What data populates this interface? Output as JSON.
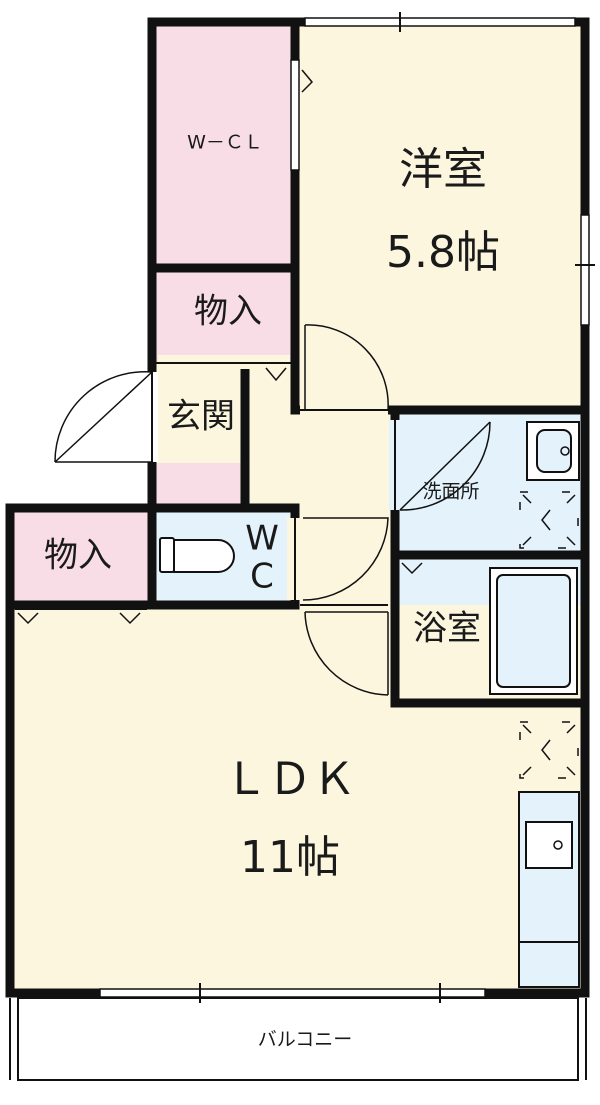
{
  "colors": {
    "pink": "#f8dde6",
    "cream": "#fcf6df",
    "blue": "#e3f2fb",
    "wall": "#111111"
  },
  "rooms": {
    "western": {
      "name": "洋室",
      "size": "5.8帖"
    },
    "wcl": {
      "name": "W－ＣＬ"
    },
    "storage_upper": {
      "name": "物入"
    },
    "entrance": {
      "name": "玄関"
    },
    "washroom": {
      "name": "洗面所"
    },
    "storage_left": {
      "name": "物入"
    },
    "wc": {
      "line1": "W",
      "line2": "C"
    },
    "bath": {
      "name": "浴室"
    },
    "ldk": {
      "name": "ＬＤＫ",
      "size": "11帖"
    },
    "balcony": {
      "name": "バルコニー"
    }
  }
}
